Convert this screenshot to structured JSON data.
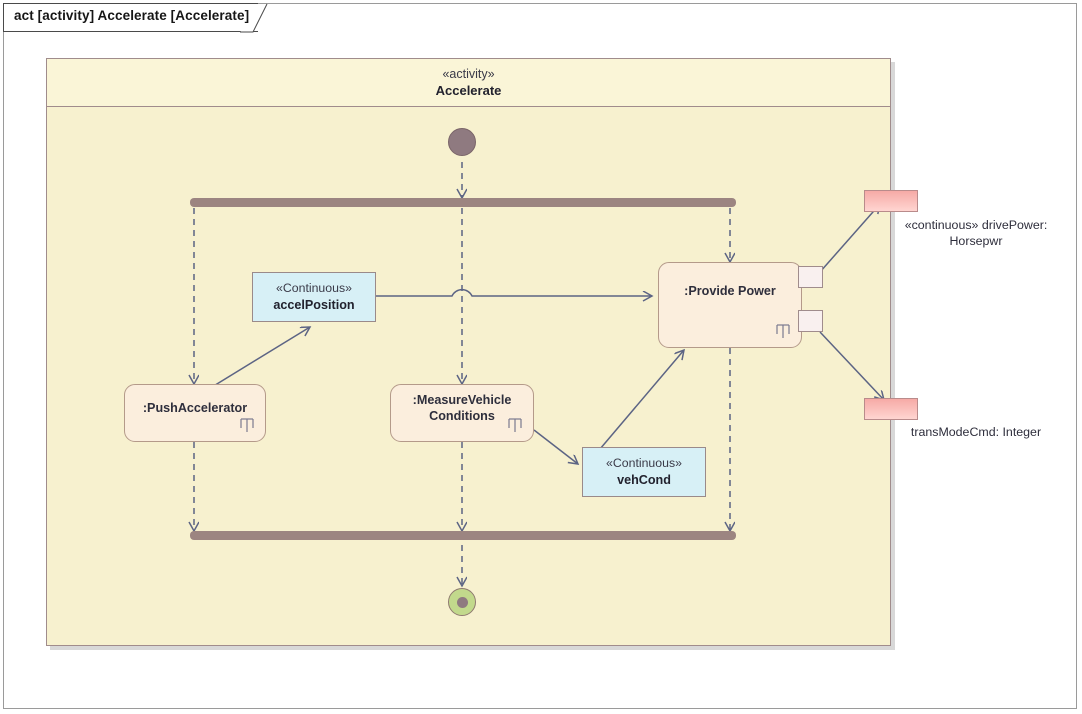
{
  "frame": {
    "header": "act [activity] Accelerate [Accelerate]"
  },
  "activity": {
    "stereotype": "«activity»",
    "name": "Accelerate"
  },
  "nodes": {
    "initial": {
      "name": "initial-node"
    },
    "final": {
      "name": "activity-final-node"
    },
    "fork": {
      "name": "fork-bar"
    },
    "join": {
      "name": "join-bar"
    },
    "push_accelerator": {
      "label": ":PushAccelerator"
    },
    "measure_vehicle_conditions": {
      "line1": ":MeasureVehicle",
      "line2": "Conditions"
    },
    "provide_power": {
      "label": ":Provide Power"
    }
  },
  "object_nodes": {
    "accel_position": {
      "stereotype": "«Continuous»",
      "name": "accelPosition"
    },
    "veh_cond": {
      "stereotype": "«Continuous»",
      "name": "vehCond"
    }
  },
  "parameters": {
    "drive_power": {
      "line1": "«continuous» drivePower:",
      "line2": "Horsepwr"
    },
    "trans_mode_cmd": {
      "label": "transModeCmd: Integer"
    }
  },
  "colors": {
    "activity_fill": "#f7f1cf",
    "activity_border": "#a08c8c",
    "action_fill": "#fbeedd",
    "object_fill": "#d7f0f6",
    "bar_fill": "#9c8581",
    "param_fill": "#f6aaa6",
    "final_fill": "#c2d98c",
    "initial_fill": "#8f7a80",
    "edge_color": "#5c6484"
  }
}
